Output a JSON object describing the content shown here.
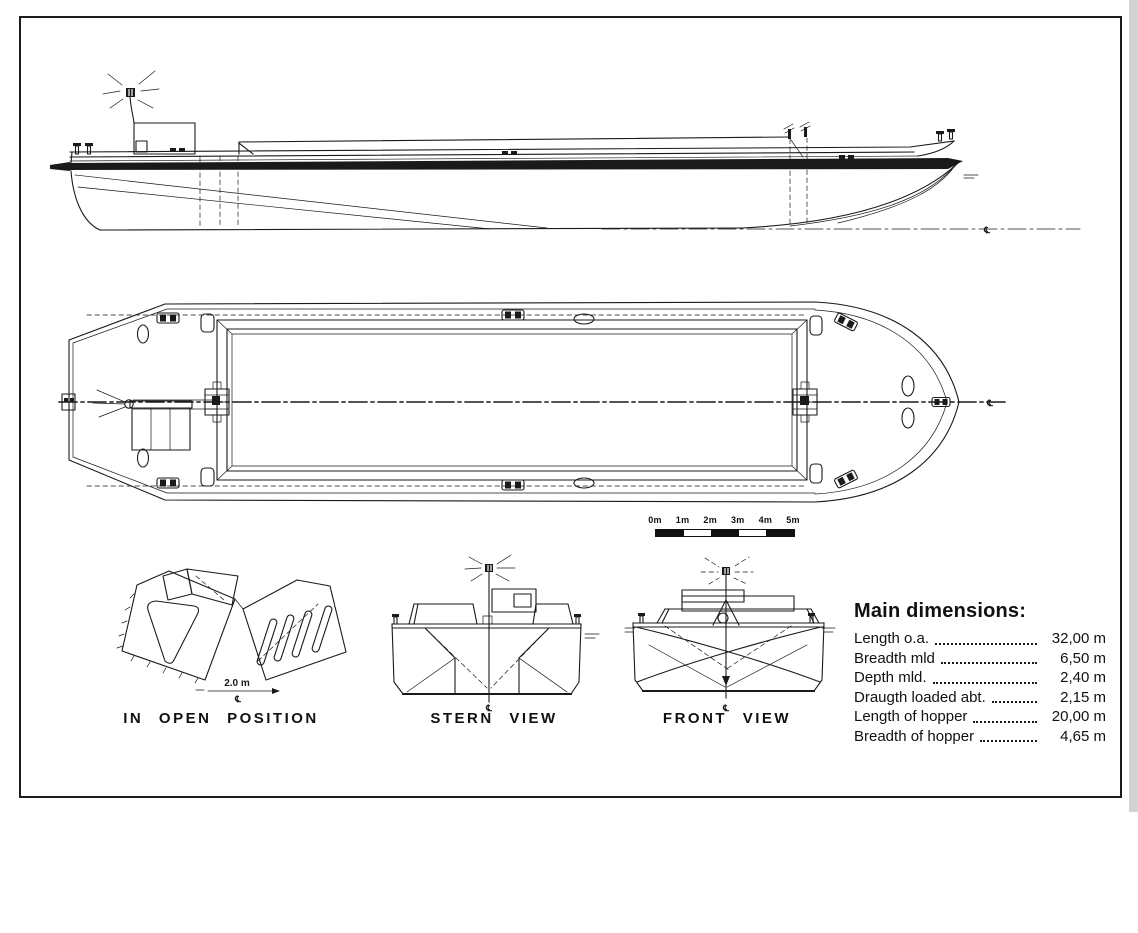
{
  "page": {
    "paper_color": "#ffffff",
    "ink_color": "#1a1a1a"
  },
  "scale_bar": {
    "ticks": [
      "0m",
      "1m",
      "2m",
      "3m",
      "4m",
      "5m"
    ]
  },
  "open_position": {
    "label": "IN OPEN POSITION",
    "dimension": "2.0 m",
    "centerline": "℄"
  },
  "stern_view": {
    "label": "STERN  VIEW",
    "centerline": "℄"
  },
  "front_view": {
    "label": "FRONT  VIEW",
    "centerline": "℄"
  },
  "side_view": {
    "baseline_mark": "℄"
  },
  "plan_view": {
    "centerline_mark": "℄"
  },
  "main_dimensions": {
    "title": "Main dimensions:",
    "rows": [
      {
        "label": "Length o.a.",
        "value": "32,00 m"
      },
      {
        "label": "Breadth mld",
        "value": "6,50 m"
      },
      {
        "label": "Depth mld.",
        "value": "2,40 m"
      },
      {
        "label": "Draugth loaded abt.",
        "value": "2,15 m"
      },
      {
        "label": "Length of hopper",
        "value": "20,00 m"
      },
      {
        "label": "Breadth of hopper",
        "value": "4,65 m"
      }
    ]
  }
}
